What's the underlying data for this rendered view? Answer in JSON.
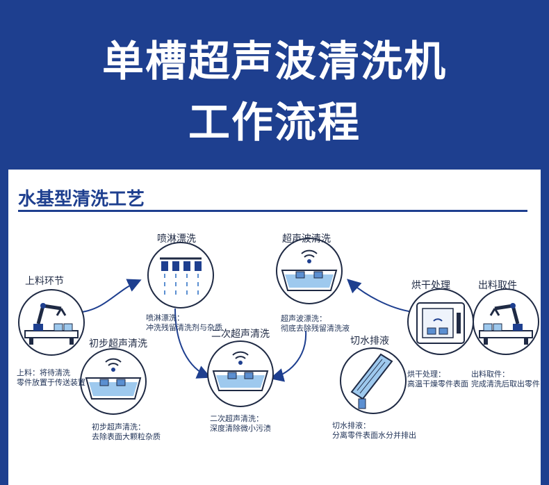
{
  "header": {
    "title_line1": "单槽超声波清洗机",
    "title_line2": "工作流程"
  },
  "section": {
    "title": "水基型清洗工艺"
  },
  "steps": [
    {
      "name": "上料环节",
      "desc_line1": "上料：将待清洗",
      "desc_line2": "零件放置于传送装置"
    },
    {
      "name": "初步超声清洗",
      "desc_line1": "初步超声清洗：",
      "desc_line2": "去除表面大颗粒杂质"
    },
    {
      "name": "喷淋漂洗",
      "desc_line1": "喷淋漂洗：",
      "desc_line2": "冲洗残留清洗剂与杂质"
    },
    {
      "name": "二次超声清洗",
      "desc_line1": "二次超声清洗：",
      "desc_line2": "深度清除微小污渍"
    },
    {
      "name": "超声波清洗",
      "desc_line1": "超声波漂洗：",
      "desc_line2": "彻底去除残留清洗液"
    },
    {
      "name": "切水排液",
      "desc_line1": "切水排液：",
      "desc_line2": "分离零件表面水分并排出"
    },
    {
      "name": "烘干处理",
      "desc_line1": "烘干处理：",
      "desc_line2": "高温干燥零件表面"
    },
    {
      "name": "出料取件",
      "desc_line1": "出料取件：",
      "desc_line2": "完成清洗后取出零件"
    }
  ],
  "colors": {
    "banner": "#1e3f8f",
    "accent": "#1e3f8f",
    "water": "#9ec9ee",
    "icon_stroke": "#1f2a44"
  },
  "icons": {
    "loading": "robot-arm-icon",
    "pre_ultrasonic": "ultrasonic-tank-icon",
    "spray": "spray-nozzle-icon",
    "second_ultrasonic": "ultrasonic-tank-icon",
    "ultrasonic_rinse": "ultrasonic-tank-icon",
    "dewater": "drain-chute-icon",
    "drying": "drying-oven-icon",
    "unloading": "robot-arm-icon"
  }
}
